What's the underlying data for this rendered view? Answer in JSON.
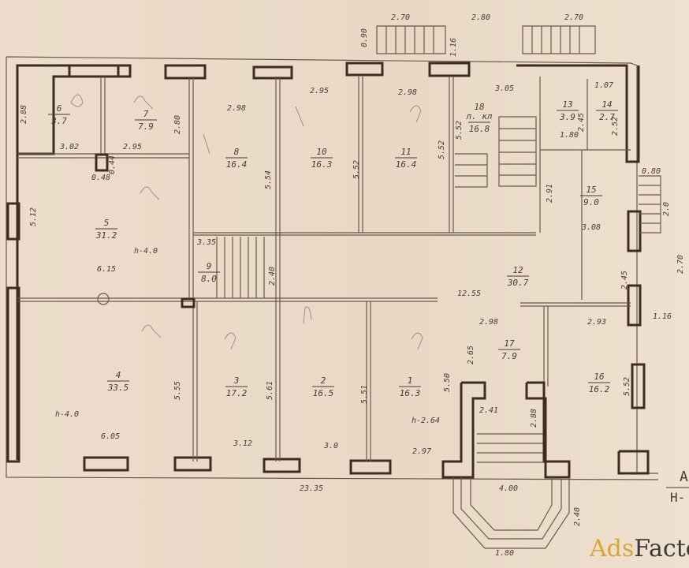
{
  "rooms": [
    {
      "num": "1",
      "area": "16.3"
    },
    {
      "num": "2",
      "area": "16.5"
    },
    {
      "num": "3",
      "area": "17.2"
    },
    {
      "num": "4",
      "area": "33.5"
    },
    {
      "num": "5",
      "area": "31.2"
    },
    {
      "num": "6",
      "area": "3.7"
    },
    {
      "num": "7",
      "area": "7.9"
    },
    {
      "num": "8",
      "area": "16.4"
    },
    {
      "num": "9",
      "area": "8.0"
    },
    {
      "num": "10",
      "area": "16.3"
    },
    {
      "num": "11",
      "area": "16.4"
    },
    {
      "num": "12",
      "area": "30.7"
    },
    {
      "num": "13",
      "area": "3.9"
    },
    {
      "num": "14",
      "area": "2.7"
    },
    {
      "num": "15",
      "area": "9.0"
    },
    {
      "num": "16",
      "area": "16.2"
    },
    {
      "num": "17",
      "area": "7.9"
    },
    {
      "num": "18",
      "area": "16.8",
      "note": "л. кл"
    }
  ],
  "dims": [
    "2.70",
    "2.80",
    "2.70",
    "0.90",
    "1.16",
    "2.88",
    "2.80",
    "3.02",
    "2.95",
    "0.48",
    "0.44",
    "2.98",
    "5.54",
    "2.95",
    "5.52",
    "2.98",
    "5.52",
    "5.52",
    "3.05",
    "1.07",
    "2.45",
    "1.80",
    "2.52",
    "2.91",
    "0.80",
    "2.0",
    "3.08",
    "2.70",
    "5.12",
    "h-4.0",
    "6.15",
    "3.35",
    "2.40",
    "12.55",
    "2.98",
    "2.93",
    "2.45",
    "1.16",
    "2.65",
    "5.55",
    "5.61",
    "5.51",
    "5.50",
    "5.52",
    "2.41",
    "2.88",
    "h-4.0",
    "6.05",
    "3.12",
    "3.0",
    "h-2.64",
    "2.97",
    "23.35",
    "4.00",
    "2.40",
    "1.80"
  ],
  "edge": {
    "a": "А",
    "h": "Н-"
  },
  "watermark": "AdsFactory"
}
